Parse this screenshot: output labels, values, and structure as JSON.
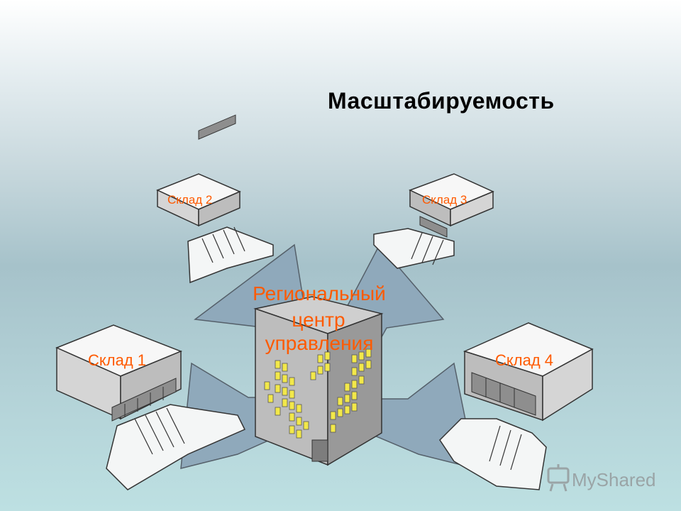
{
  "slide": {
    "title": "Масштабируемость"
  },
  "center": {
    "line1": "Региональный",
    "line2": "центр",
    "line3": "управления"
  },
  "warehouses": {
    "w1": "Склад 1",
    "w2": "Склад 2",
    "w3": "Склад 3",
    "w4": "Склад 4"
  },
  "watermark": {
    "brand": "MyShared",
    "icon": "presentation-board-icon"
  },
  "colors": {
    "arrow_fill": "#8fa9bb",
    "label_orange": "#ff5a00",
    "building_gray": "#b4b4b4",
    "window_yellow": "#f2e84a"
  }
}
